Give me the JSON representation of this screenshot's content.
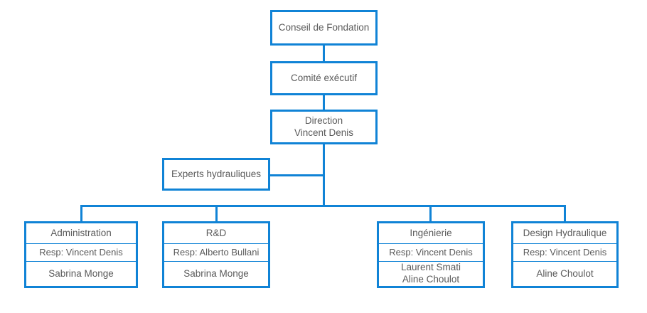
{
  "theme": {
    "line_color": "#1083d6",
    "text_color": "#5a5a5a",
    "background": "#ffffff"
  },
  "org_chart": {
    "type": "diagram",
    "title": "",
    "top": {
      "council": {
        "label": "Conseil de Fondation"
      },
      "executive": {
        "label": "Comité exécutif"
      },
      "direction": {
        "label": "Direction",
        "person": "Vincent Denis"
      },
      "experts": {
        "label": "Experts hydrauliques"
      }
    },
    "units": [
      {
        "name": "Administration",
        "responsible": "Resp: Vincent Denis",
        "people": [
          "Sabrina Monge"
        ]
      },
      {
        "name": "R&D",
        "responsible": "Resp: Alberto Bullani",
        "people": [
          "Sabrina Monge"
        ]
      },
      {
        "name": "Ingénierie",
        "responsible": "Resp: Vincent Denis",
        "people": [
          "Laurent Smati",
          "Aline Choulot"
        ]
      },
      {
        "name": "Design Hydraulique",
        "responsible": "Resp: Vincent Denis",
        "people": [
          "Aline Choulot"
        ]
      }
    ]
  }
}
